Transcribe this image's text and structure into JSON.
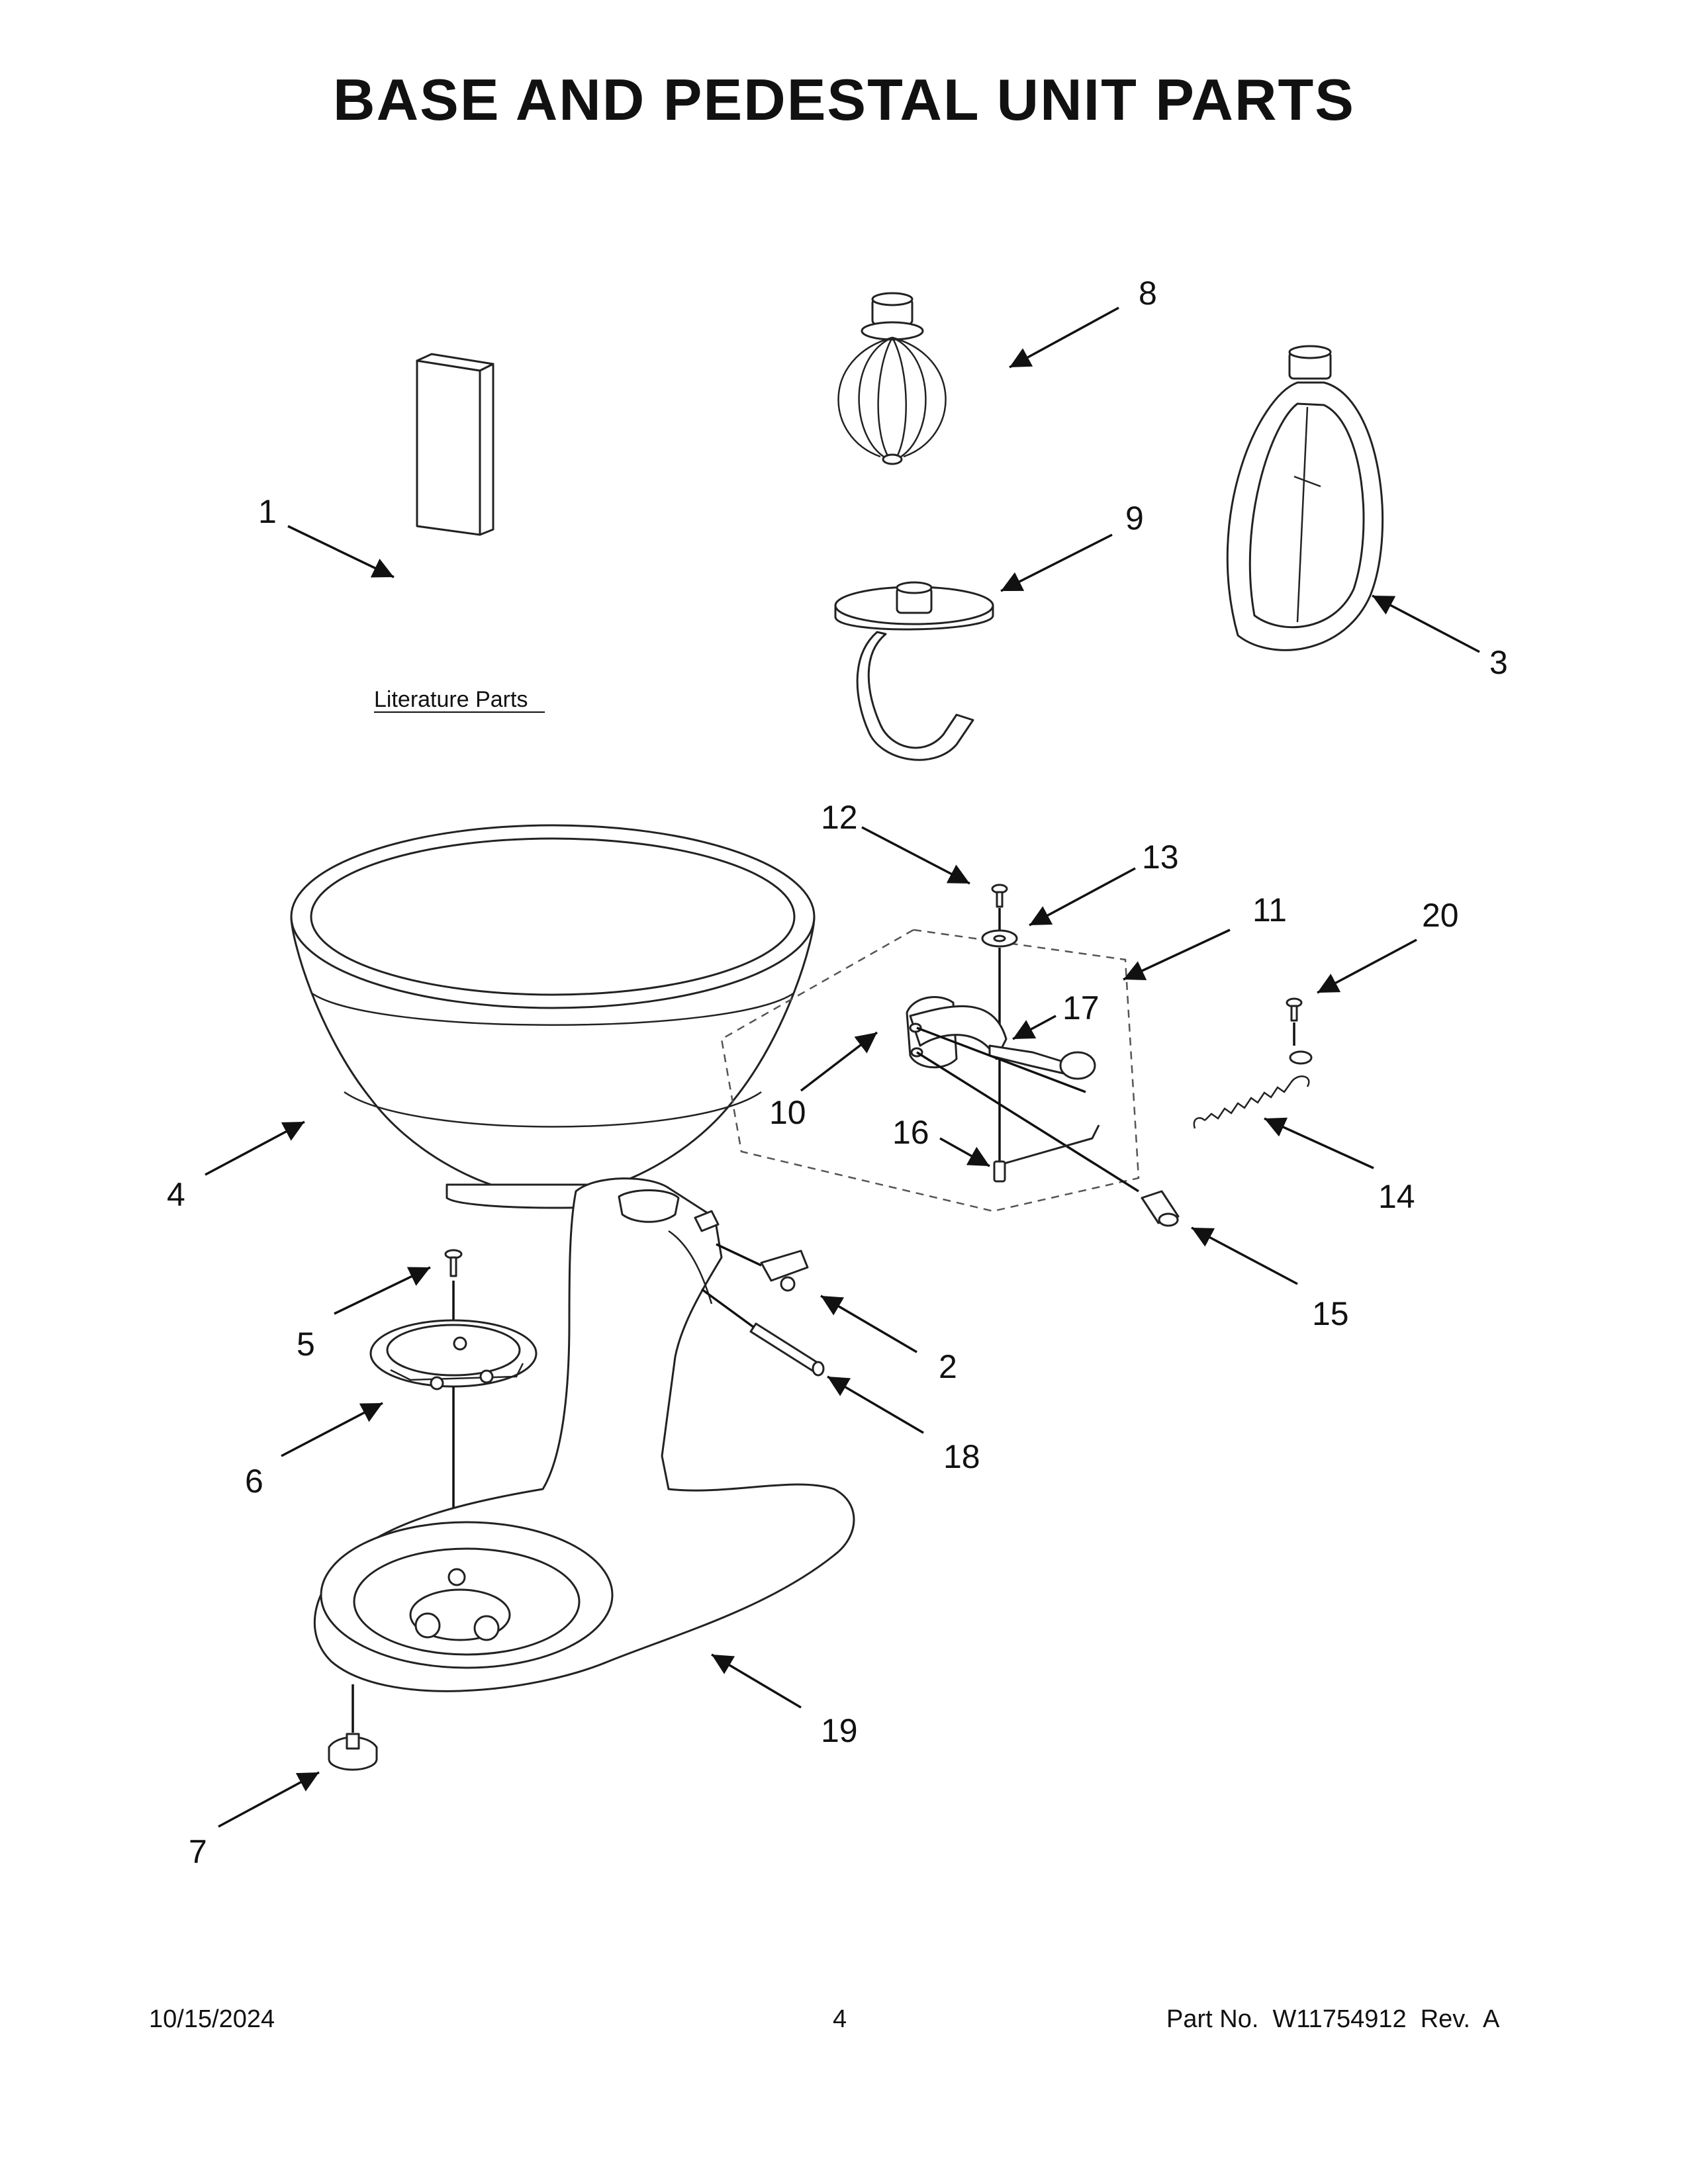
{
  "title": "BASE AND PEDESTAL UNIT PARTS",
  "literature_label": "Literature Parts",
  "callouts": [
    "1",
    "2",
    "3",
    "4",
    "5",
    "6",
    "7",
    "8",
    "9",
    "10",
    "11",
    "12",
    "13",
    "14",
    "15",
    "16",
    "17",
    "18",
    "19",
    "20"
  ],
  "footer": {
    "date": "10/15/2024",
    "page": "4",
    "part": "Part No.  W11754912  Rev.  A"
  }
}
